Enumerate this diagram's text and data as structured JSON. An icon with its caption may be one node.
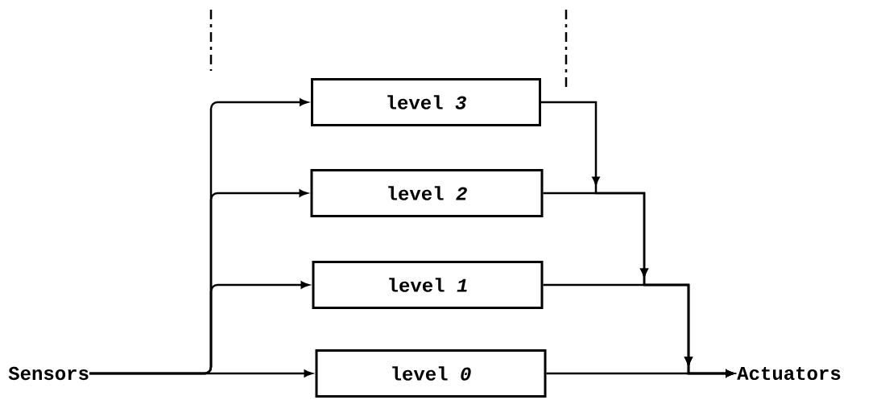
{
  "diagram": {
    "nodes": [
      {
        "text": [
          "Sensors"
        ]
      },
      {
        "text": [
          "level *3*"
        ]
      },
      {
        "text": [
          "level *2*"
        ]
      },
      {
        "text": [
          "level *1*"
        ]
      },
      {
        "text": [
          "level *0*"
        ]
      },
      {
        "text": [
          "Actuators"
        ]
      }
    ],
    "edges": [
      {
        "from": 0,
        "to": 4,
        "arrow": "to"
      },
      {
        "from": 0,
        "to": 3,
        "arrow": "to"
      },
      {
        "from": 0,
        "to": 2,
        "arrow": "to"
      },
      {
        "from": 0,
        "to": 1,
        "arrow": "to"
      },
      {
        "from": 1,
        "to": 5,
        "arrow": "to"
      },
      {
        "from": 2,
        "to": 5,
        "arrow": "to"
      },
      {
        "from": 3,
        "to": 5,
        "arrow": "to"
      },
      {
        "from": 4,
        "to": 5,
        "arrow": "to"
      }
    ]
  }
}
